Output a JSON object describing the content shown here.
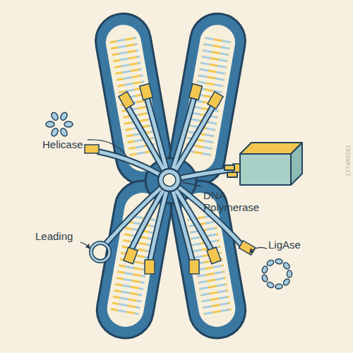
{
  "diagram": {
    "labels": [
      "Helicase",
      "DNA Polymerase",
      "Leading",
      "LigAse",
      "177489261"
    ]
  }
}
